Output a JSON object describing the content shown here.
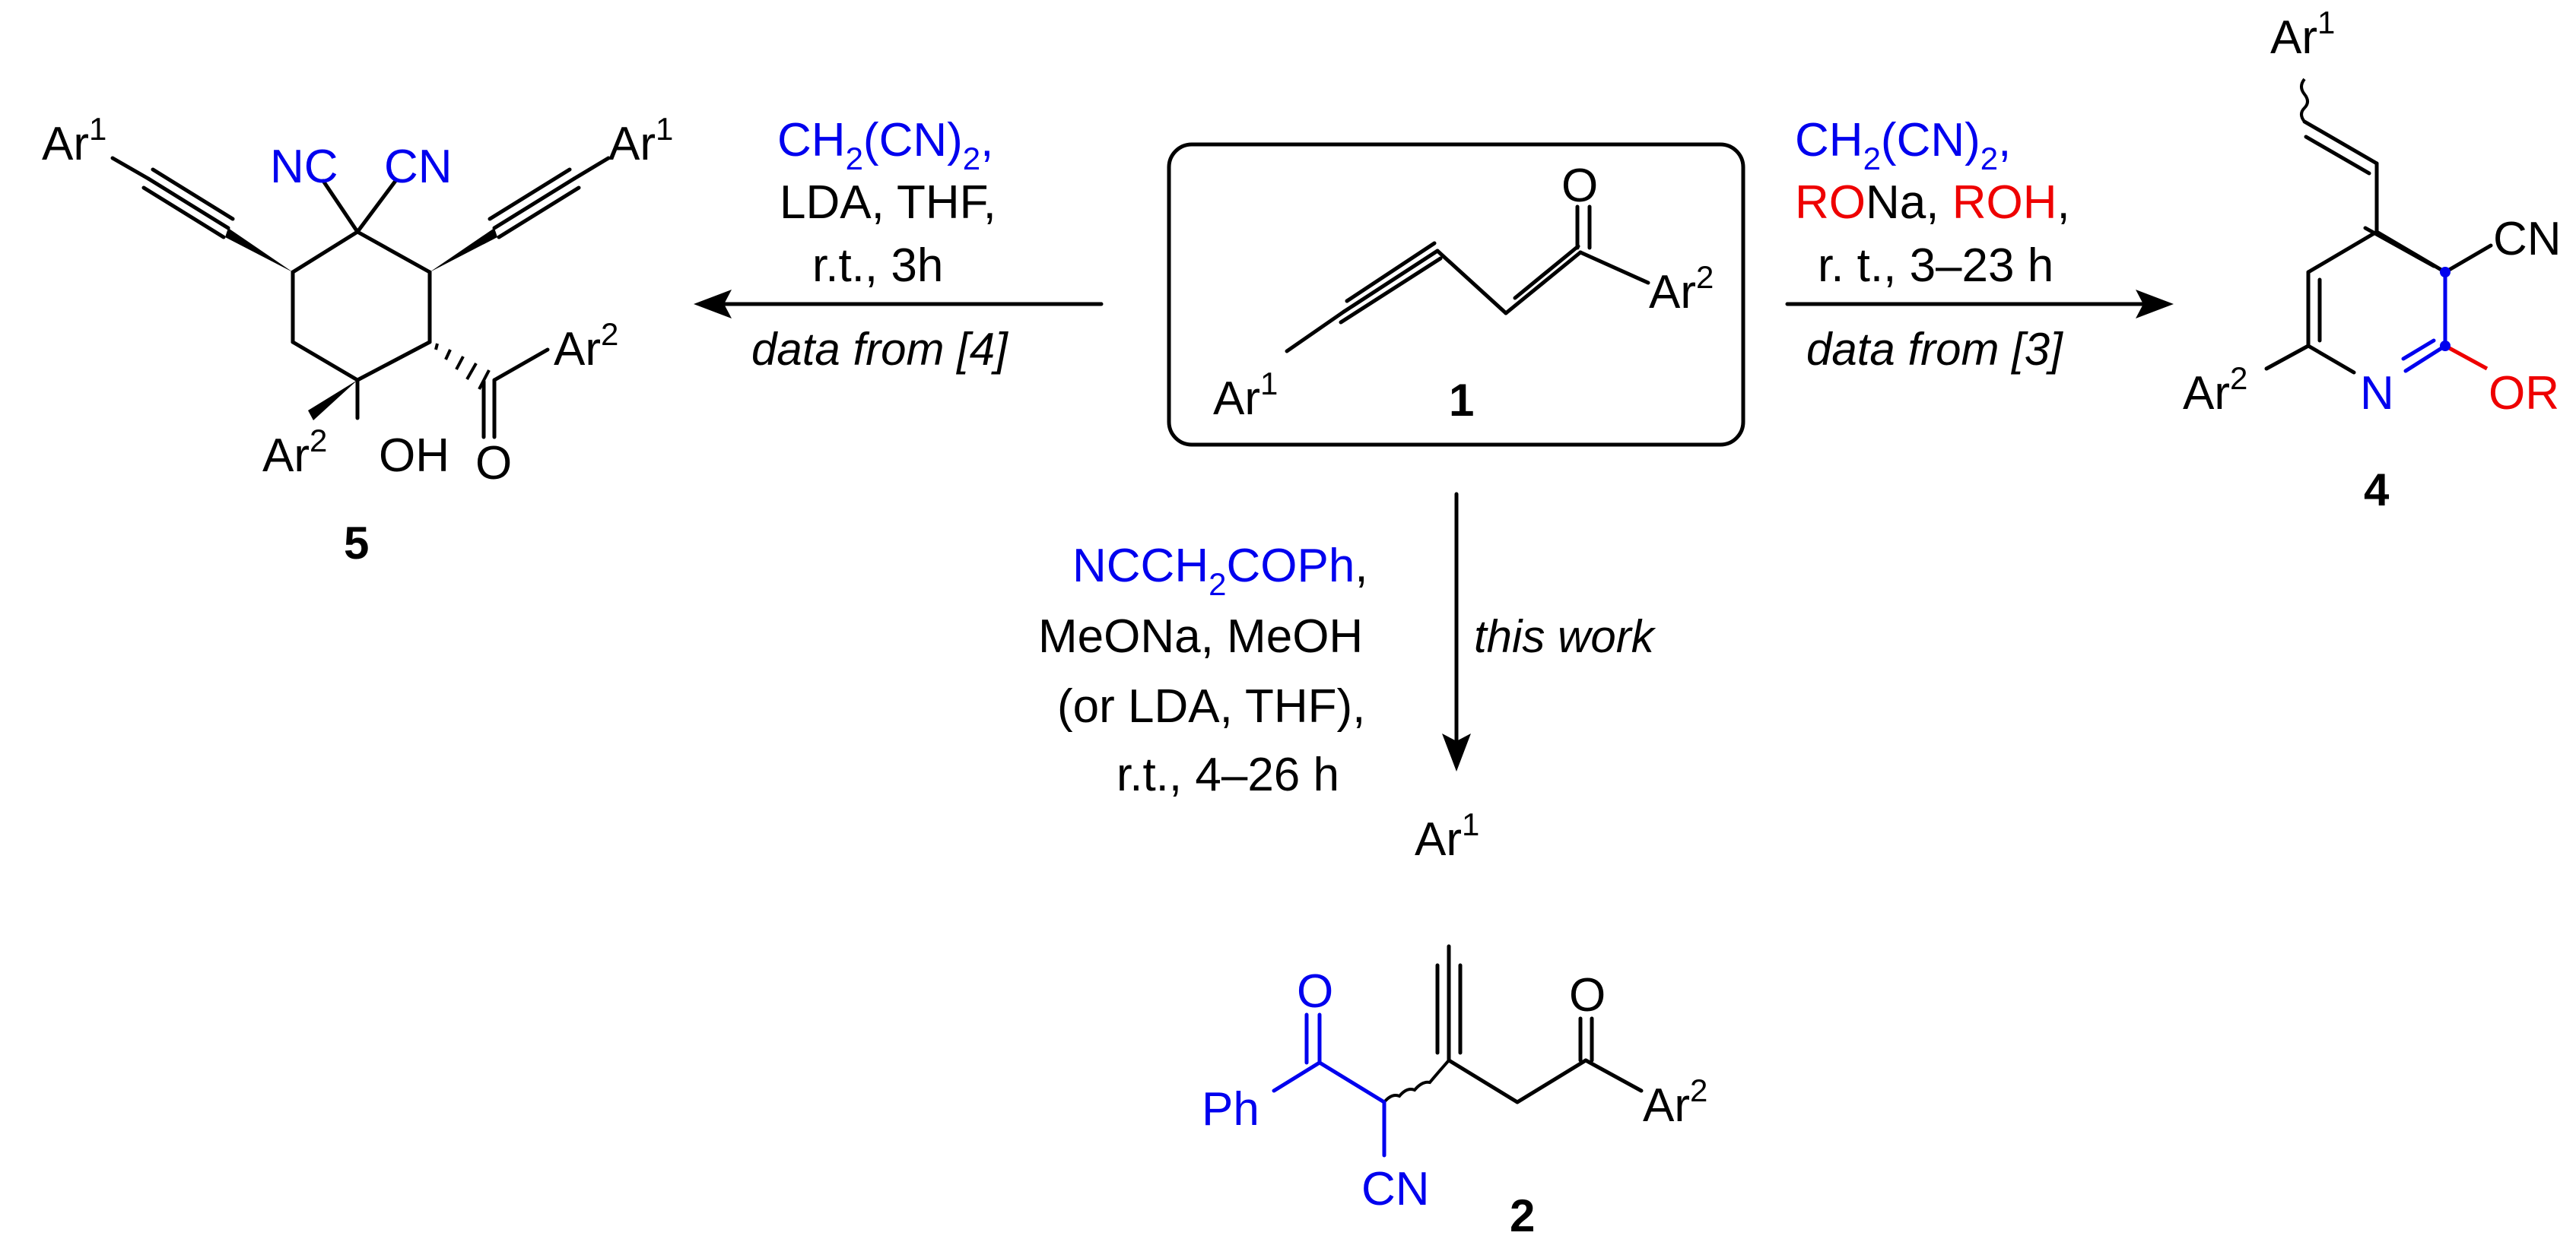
{
  "compounds": {
    "c1": {
      "number": "1",
      "ar1": "Ar",
      "ar1_sup": "1",
      "ar2": "Ar",
      "ar2_sup": "2",
      "o": "O"
    },
    "c2": {
      "number": "2",
      "ar1": "Ar",
      "ar1_sup": "1",
      "ar2": "Ar",
      "ar2_sup": "2",
      "o_left": "O",
      "o_right": "O",
      "ph": "Ph",
      "cn": "CN"
    },
    "c4": {
      "number": "4",
      "ar1": "Ar",
      "ar1_sup": "1",
      "ar2": "Ar",
      "ar2_sup": "2",
      "cn": "CN",
      "n": "N",
      "or": "OR"
    },
    "c5": {
      "number": "5",
      "ar1_left": "Ar",
      "ar1_right": "Ar",
      "ar1_sup": "1",
      "ar2_ring": "Ar",
      "ar2_ketone": "Ar",
      "ar2_sup": "2",
      "nc": "NC",
      "cn": "CN",
      "oh": "OH",
      "o": "O"
    }
  },
  "conditions": {
    "left": {
      "reagent_a": "CH",
      "reagent_a_sub1": "2",
      "reagent_a_mid": "(CN)",
      "reagent_a_sub2": "2",
      "reagent_a_tail": ",",
      "line2": "LDA, THF,",
      "line3": "r.t., 3h",
      "note": "data from [4]"
    },
    "right": {
      "reagent_a": "CH",
      "reagent_a_sub1": "2",
      "reagent_a_mid": "(CN)",
      "reagent_a_sub2": "2",
      "reagent_a_tail": ",",
      "line2_red1": "RO",
      "line2_black1": "Na, ",
      "line2_red2": "ROH",
      "line2_black2": ",",
      "line3": "r. t., 3–23 h",
      "note": "data from [3]"
    },
    "down": {
      "reagent_a": "NCCH",
      "reagent_a_sub": "2",
      "reagent_a_tail": "COPh",
      "reagent_a_comma": ",",
      "line2": "MeONa, MeOH",
      "line3": "(or LDA, THF),",
      "line4": "r.t., 4–26 h",
      "note": "this work"
    }
  },
  "colors": {
    "reagent": "#0000ee",
    "alkoxide": "#ee0000",
    "bond": "#000000"
  }
}
